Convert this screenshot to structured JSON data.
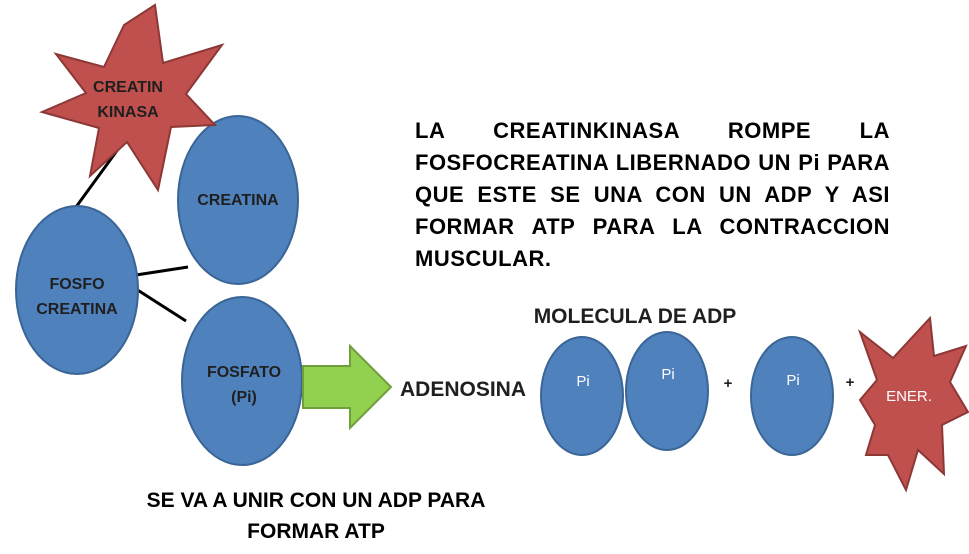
{
  "colors": {
    "circle_fill": "#4f81bd",
    "circle_stroke": "#3a6596",
    "star_fill": "#c0504d",
    "star_stroke": "#8c3836",
    "arrow_fill": "#92d050",
    "arrow_stroke": "#6f9e3c",
    "line": "#000000"
  },
  "nodes": {
    "creatin_kinasa": {
      "line1": "CREATIN",
      "line2": "KINASA"
    },
    "creatina": {
      "label": "CREATINA"
    },
    "fosfocreatina": {
      "line1": "FOSFO",
      "line2": "CREATINA"
    },
    "fosfato": {
      "line1": "FOSFATO",
      "line2": "(Pi)"
    }
  },
  "description": "LA CREATINKINASA ROMPE LA FOSFOCREATINA LIBERNADO UN Pi PARA QUE ESTE SE UNA CON UN ADP Y ASI FORMAR ATP PARA LA CONTRACCION MUSCULAR.",
  "adp": {
    "title": "MOLECULA DE ADP",
    "adenosina": "ADENOSINA",
    "pi_left": "Pi",
    "pi_right": "Pi",
    "plus1": "+",
    "pi_extra": "Pi",
    "plus2": "+",
    "energy": "ENER."
  },
  "bottom_note": "SE VA A UNIR CON UN ADP PARA FORMAR ATP"
}
